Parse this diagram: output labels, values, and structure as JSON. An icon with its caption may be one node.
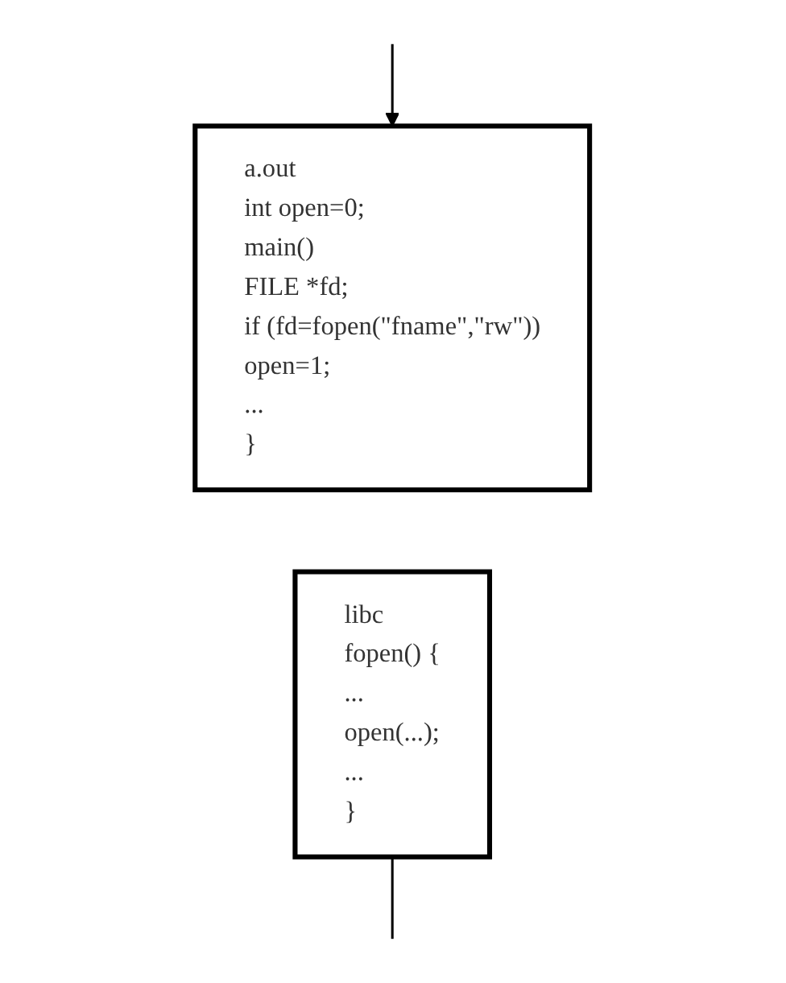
{
  "diagram": {
    "nodes": [
      {
        "text": [
          "a.out",
          "int open=0;",
          "main()",
          "FILE *fd;",
          "if (fd=fopen(\"fname\",\"rw\"))",
          "open=1;",
          "...",
          "}"
        ]
      },
      {
        "text": [
          "libc",
          "fopen() {",
          "...",
          "open(...);",
          "...",
          "}"
        ]
      }
    ],
    "edges": [
      {
        "from": null,
        "to": 0,
        "arrow": "to"
      },
      {
        "from": 1,
        "to": null,
        "arrow": "none"
      }
    ]
  }
}
